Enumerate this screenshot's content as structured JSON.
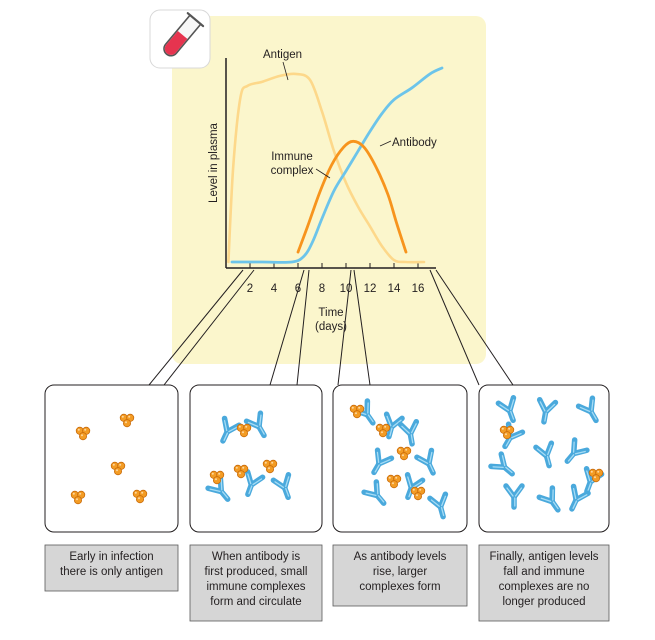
{
  "chart_data": {
    "type": "line",
    "ylabel": "Level in plasma",
    "xlabel_line1": "Time",
    "xlabel_line2": "(days)",
    "x_ticks": [
      "2",
      "4",
      "6",
      "8",
      "10",
      "12",
      "14",
      "16"
    ],
    "xlim": [
      0,
      18
    ],
    "ylim": [
      0,
      1
    ],
    "series": [
      {
        "name": "Antigen",
        "color": "#fdd88a",
        "points": [
          [
            0.2,
            0.02
          ],
          [
            0.6,
            0.5
          ],
          [
            1.2,
            0.85
          ],
          [
            1.8,
            0.91
          ],
          [
            3,
            0.93
          ],
          [
            4.5,
            0.96
          ],
          [
            5.8,
            0.97
          ],
          [
            7,
            0.94
          ],
          [
            8,
            0.78
          ],
          [
            9,
            0.58
          ],
          [
            10,
            0.42
          ],
          [
            11,
            0.3
          ],
          [
            12,
            0.2
          ],
          [
            13,
            0.1
          ],
          [
            14,
            0.03
          ],
          [
            15,
            0.02
          ],
          [
            16.5,
            0.02
          ]
        ]
      },
      {
        "name": "Antibody",
        "color": "#6cc4ea",
        "points": [
          [
            0.5,
            0.02
          ],
          [
            3,
            0.02
          ],
          [
            5.5,
            0.02
          ],
          [
            6.5,
            0.05
          ],
          [
            7.2,
            0.12
          ],
          [
            8,
            0.24
          ],
          [
            9,
            0.38
          ],
          [
            10,
            0.48
          ],
          [
            11,
            0.58
          ],
          [
            12,
            0.68
          ],
          [
            13,
            0.77
          ],
          [
            14,
            0.84
          ],
          [
            15.5,
            0.9
          ],
          [
            17,
            0.97
          ],
          [
            18,
            1.0
          ]
        ]
      },
      {
        "name": "Immune complex",
        "label_line1": "Immune",
        "label_line2": "complex",
        "color": "#f7941d",
        "points": [
          [
            6,
            0.07
          ],
          [
            6.8,
            0.2
          ],
          [
            7.8,
            0.37
          ],
          [
            8.8,
            0.51
          ],
          [
            9.8,
            0.6
          ],
          [
            10.6,
            0.63
          ],
          [
            11.5,
            0.6
          ],
          [
            12.5,
            0.5
          ],
          [
            13.5,
            0.36
          ],
          [
            14.2,
            0.22
          ],
          [
            15,
            0.07
          ]
        ]
      }
    ]
  },
  "stages": [
    {
      "caption": [
        "Early in infection",
        "there is only antigen"
      ]
    },
    {
      "caption": [
        "When antibody is",
        "first produced, small",
        "immune complexes",
        "form and circulate"
      ]
    },
    {
      "caption": [
        "As antibody levels",
        "rise, larger",
        "complexes form"
      ]
    },
    {
      "caption": [
        "Finally, antigen levels",
        "fall and immune",
        "complexes are no",
        "longer produced"
      ]
    }
  ],
  "icons": {
    "test_tube": "test-tube-icon"
  },
  "colors": {
    "panel_bg": "#fbf6cc",
    "antigen_particle": "#f39c24",
    "antibody": "#4aa9dc",
    "caption_bg": "#d6d6d6"
  }
}
